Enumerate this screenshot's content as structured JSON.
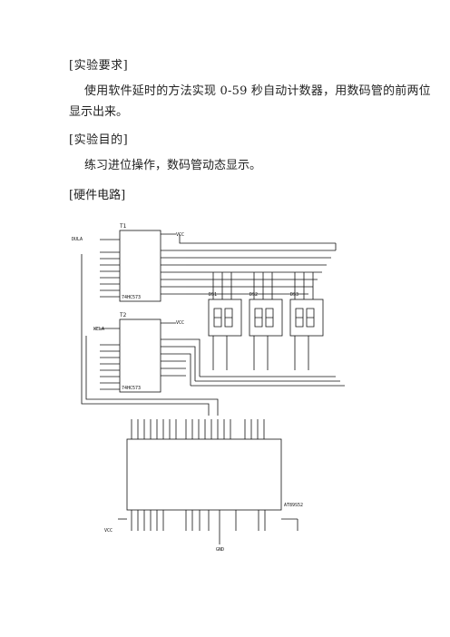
{
  "sections": {
    "requirement_heading": "[实验要求]",
    "requirement_text_line1": "使用软件延时的方法实现 0-59 秒自动计数器，用数码管的前两位",
    "requirement_text_line2": "显示出来。",
    "purpose_heading": "[实验目的]",
    "purpose_text": "练习进位操作，数码管动态显示。",
    "hardware_heading": "[硬件电路]"
  },
  "schematic": {
    "u1_label": "T1",
    "u2_label": "T2",
    "u1_part": "74HC573",
    "u2_part": "74HC573",
    "latch1_net": "DULA",
    "latch2_net": "WELA",
    "vcc_label": "VCC",
    "gnd_label": "GND",
    "mcu_label": "AT89S52",
    "digit_labels": [
      "DS1",
      "DS2",
      "DS3"
    ]
  }
}
